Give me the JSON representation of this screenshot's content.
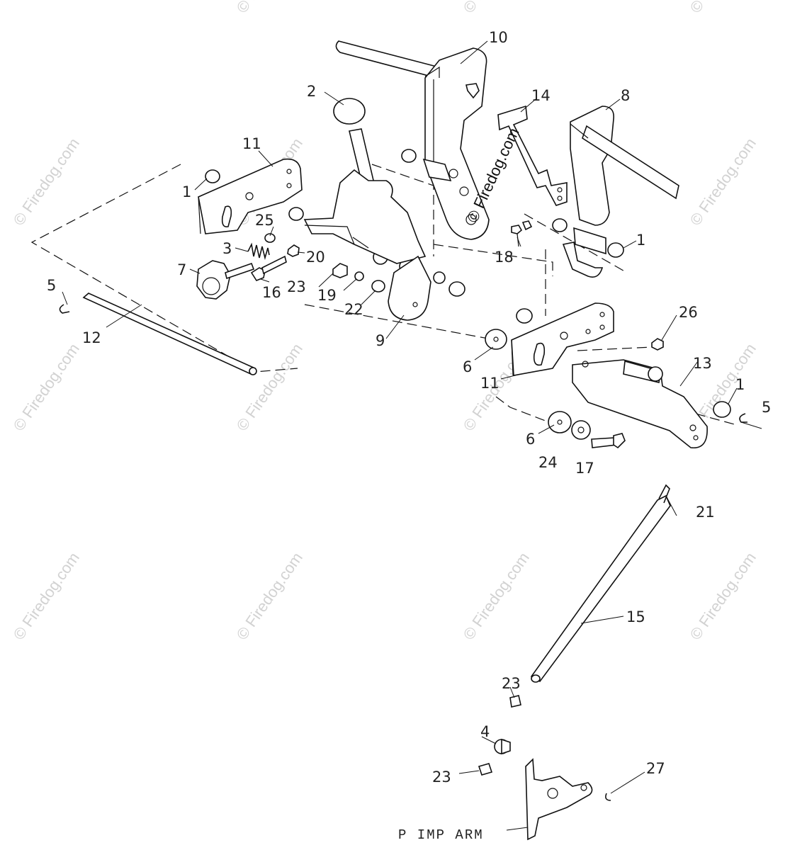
{
  "watermark": {
    "text": "© Firedog.com",
    "center_text": "© Firedog.com"
  },
  "callouts": [
    {
      "id": "c10",
      "label": "10"
    },
    {
      "id": "c2",
      "label": "2"
    },
    {
      "id": "c14",
      "label": "14"
    },
    {
      "id": "c8",
      "label": "8"
    },
    {
      "id": "c11a",
      "label": "11"
    },
    {
      "id": "c1a",
      "label": "1"
    },
    {
      "id": "c25",
      "label": "25"
    },
    {
      "id": "c3",
      "label": "3"
    },
    {
      "id": "c20",
      "label": "20"
    },
    {
      "id": "c7",
      "label": "7"
    },
    {
      "id": "c16",
      "label": "16"
    },
    {
      "id": "c23a",
      "label": "23"
    },
    {
      "id": "c19",
      "label": "19"
    },
    {
      "id": "c22",
      "label": "22"
    },
    {
      "id": "c18",
      "label": "18"
    },
    {
      "id": "c1b",
      "label": "1"
    },
    {
      "id": "c5a",
      "label": "5"
    },
    {
      "id": "c12",
      "label": "12"
    },
    {
      "id": "c9",
      "label": "9"
    },
    {
      "id": "c6a",
      "label": "6"
    },
    {
      "id": "c11b",
      "label": "11"
    },
    {
      "id": "c26",
      "label": "26"
    },
    {
      "id": "c13",
      "label": "13"
    },
    {
      "id": "c1c",
      "label": "1"
    },
    {
      "id": "c5b",
      "label": "5"
    },
    {
      "id": "c6b",
      "label": "6"
    },
    {
      "id": "c24",
      "label": "24"
    },
    {
      "id": "c17",
      "label": "17"
    },
    {
      "id": "c21",
      "label": "21"
    },
    {
      "id": "c15",
      "label": "15"
    },
    {
      "id": "c23b",
      "label": "23"
    },
    {
      "id": "c4",
      "label": "4"
    },
    {
      "id": "c23c",
      "label": "23"
    },
    {
      "id": "c27",
      "label": "27"
    }
  ],
  "pump_arm_label": "P IMP ARM"
}
